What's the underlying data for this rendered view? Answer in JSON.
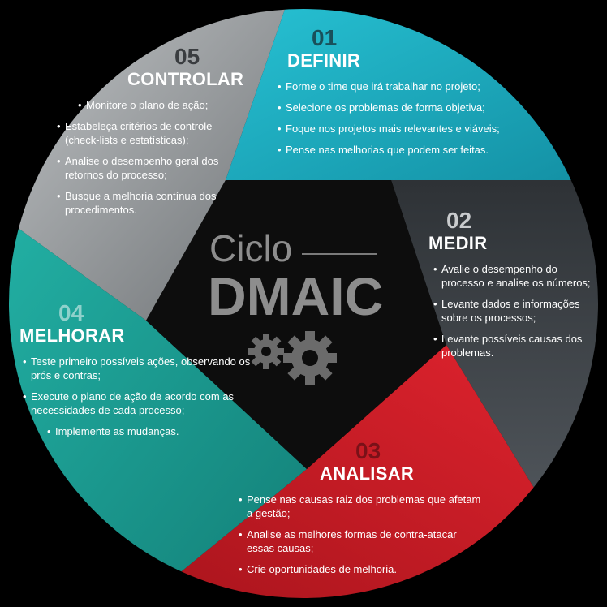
{
  "center": {
    "line1": "Ciclo",
    "line2": "DMAIC",
    "icon": "gears-icon"
  },
  "colors": {
    "definir": "#20b3c6",
    "medir": "#3c4145",
    "analisar": "#d71f2a",
    "melhorar": "#1a968c",
    "controlar": "#9ea1a4",
    "center": "#0d0d0d",
    "center_text": "#8d8d8d"
  },
  "steps": {
    "definir": {
      "number": "01",
      "title": "DEFINIR",
      "items": [
        "Forme o time que irá trabalhar no projeto;",
        "Selecione os problemas de forma objetiva;",
        "Foque nos projetos mais relevantes e viáveis;",
        "Pense nas melhorias que podem ser feitas."
      ]
    },
    "medir": {
      "number": "02",
      "title": "MEDIR",
      "items": [
        "Avalie o desempenho do processo e analise os números;",
        "Levante dados e informações sobre os processos;",
        "Levante possíveis causas dos problemas."
      ]
    },
    "analisar": {
      "number": "03",
      "title": "ANALISAR",
      "items": [
        "Pense nas causas raiz dos problemas que afetam a gestão;",
        "Analise as melhores formas de contra-atacar essas causas;",
        "Crie oportunidades de melhoria."
      ]
    },
    "melhorar": {
      "number": "04",
      "title": "MELHORAR",
      "items": [
        "Teste primeiro possíveis ações, observando os prós e contras;",
        "Execute o plano de ação de acordo com as necessidades de cada processo;",
        "Implemente as mudanças."
      ]
    },
    "controlar": {
      "number": "05",
      "title": "CONTROLAR",
      "items": [
        "Monitore o plano de ação;",
        "Estabeleça critérios de controle (check-lists e estatísticas);",
        "Analise o desempenho geral dos retornos do processo;",
        "Busque a melhoria contínua dos procedimentos."
      ]
    }
  }
}
